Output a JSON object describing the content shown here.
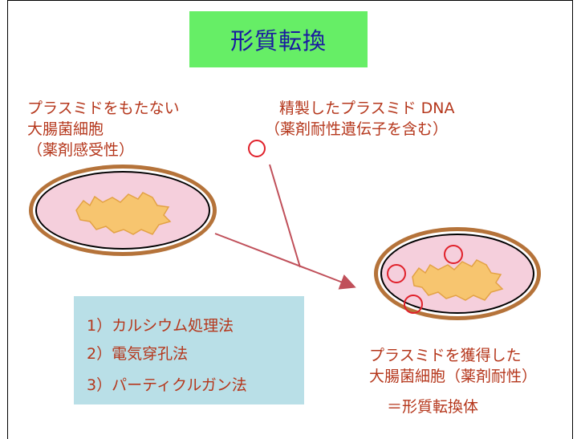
{
  "title": "形質転換",
  "left_cell_label": [
    "プラスミドをもたない",
    "大腸菌細胞",
    "（薬剤感受性）"
  ],
  "plasmid_label": [
    "精製したプラスミド DNA",
    "（薬剤耐性遺伝子を含む）"
  ],
  "methods": [
    "1）カルシウム処理法",
    "2）電気穿孔法",
    "3）パーティクルガン法"
  ],
  "result_label": [
    "プラスミドを獲得した",
    "大腸菌細胞（薬剤耐性）"
  ],
  "result_name": "＝形質転換体",
  "colors": {
    "title_bg": "#66ee66",
    "title_text": "#1a1aa0",
    "label_text": "#b5371c",
    "method_bg": "#b9dfe7",
    "cell_wall": "#b5733a",
    "cytoplasm": "#f5cfdc",
    "nucleoid": "#f7c56f",
    "plasmid": "#e0202a",
    "arrow": "#c0505a"
  }
}
